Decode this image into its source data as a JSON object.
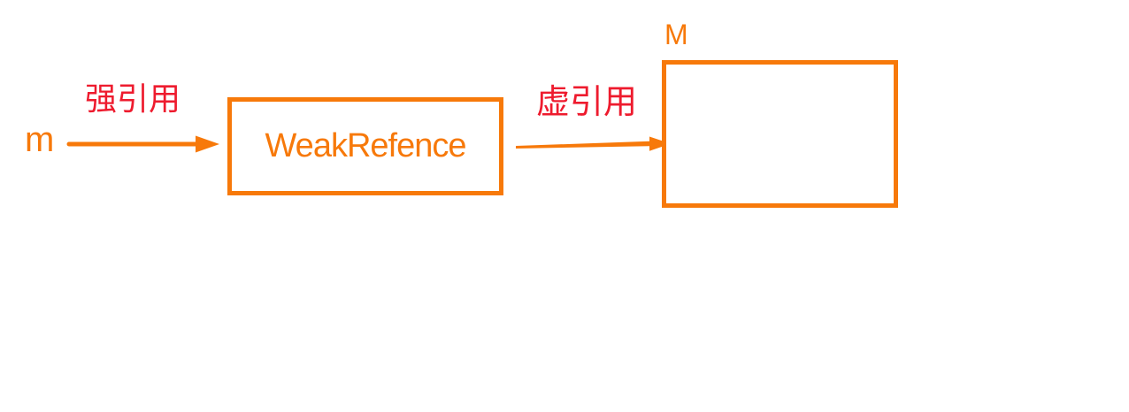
{
  "colors": {
    "orange": "#F7790A",
    "red": "#EE1B2E",
    "background": "#FFFFFF"
  },
  "diagram": {
    "nodes": {
      "m_variable": "m",
      "weak_reference_box": "WeakRefence",
      "target_object_title": "M"
    },
    "edges": {
      "strong_reference_label": "强引用",
      "phantom_reference_label": "虚引用"
    }
  }
}
